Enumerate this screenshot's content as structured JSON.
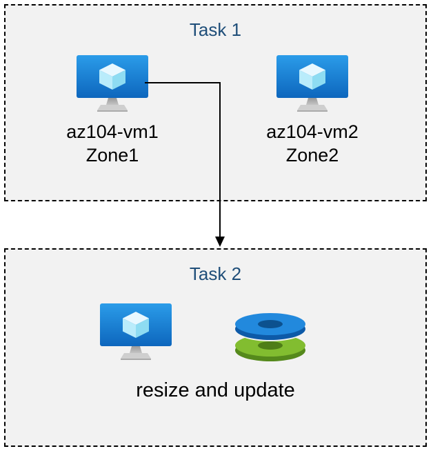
{
  "task1": {
    "title": "Task 1",
    "vms": [
      {
        "name": "az104-vm1",
        "zone": "Zone1"
      },
      {
        "name": "az104-vm2",
        "zone": "Zone2"
      }
    ]
  },
  "task2": {
    "title": "Task 2",
    "caption": "resize and update"
  },
  "icons": {
    "vm": "azure-virtual-machine-icon",
    "disks": "azure-stacked-disks-icon",
    "arrow": "flow-arrow-down"
  },
  "colors": {
    "box_fill": "#f2f2f2",
    "box_border": "#000000",
    "title_text": "#1f4e79",
    "label_text": "#000000",
    "arrow": "#000000",
    "vm_screen_blue": "#1286d8",
    "cube_light_blue": "#b9ecfb",
    "disk_blue": "#2289dd",
    "disk_green": "#7fb92c"
  }
}
